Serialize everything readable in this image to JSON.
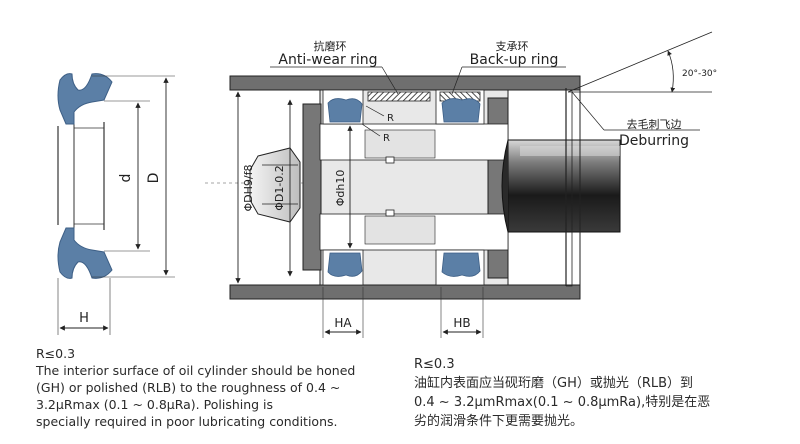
{
  "labels": {
    "anti_wear_cn": "抗磨环",
    "anti_wear_en": "Anti-wear ring",
    "backup_cn": "支承环",
    "backup_en": "Back-up ring",
    "angle": "20°-30°",
    "deburring_cn": "去毛刺飞边",
    "deburring_en": "Deburring",
    "r1": "R",
    "r2": "R",
    "d": "d",
    "D": "D",
    "H": "H",
    "HA": "HA",
    "HB": "HB",
    "phi_D": "ΦDH9/f8",
    "phi_D1": "ΦD1-0.2",
    "phi_d": "Φdh10"
  },
  "note_en": {
    "lines": [
      "R≤0.3",
      "The interior surface of oil cylinder should be honed",
      "(GH) or polished (RLB) to the roughness of 0.4 ~",
      "3.2μRmax (0.1 ~ 0.8μRa). Polishing is",
      "specially required in poor lubricating conditions."
    ]
  },
  "note_cn": {
    "lines": [
      "R≤0.3",
      "油缸内表面应当砚珩磨（GH）或抛光（RLB）到",
      "0.4 ~ 3.2μmRmax(0.1 ~ 0.8μmRa),特别是在恶",
      "劣的润滑条件下更需要抛光。"
    ]
  },
  "colors": {
    "seal": "#5b7fa6",
    "metal": "#6f6f6f",
    "metal_light": "#e6e6e6",
    "line": "#222222",
    "centerline": "#888888"
  }
}
